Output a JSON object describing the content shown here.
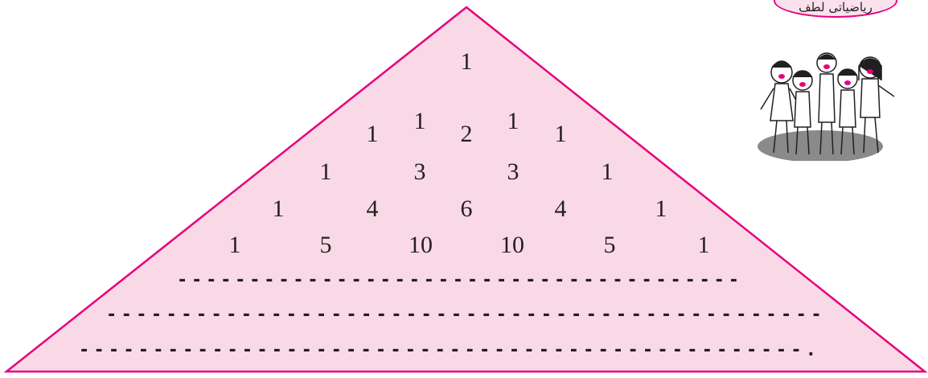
{
  "header_badge": {
    "text": "ریاضیاتی لطف"
  },
  "illustration": {
    "icon": "group-of-children-icon"
  },
  "triangle": {
    "fill": "#f9d9e6",
    "stroke": "#e6007e"
  },
  "rows": [
    [
      "1"
    ],
    [
      "1",
      "1"
    ],
    [
      "1",
      "2",
      "1"
    ],
    [
      "1",
      "3",
      "3",
      "1"
    ],
    [
      "1",
      "4",
      "6",
      "4",
      "1"
    ],
    [
      "1",
      "5",
      "10",
      "10",
      "5",
      "1"
    ]
  ],
  "blank_rows": [
    "---------------------------------------",
    "------------------------------------------------",
    "-------------------------------------------------."
  ]
}
